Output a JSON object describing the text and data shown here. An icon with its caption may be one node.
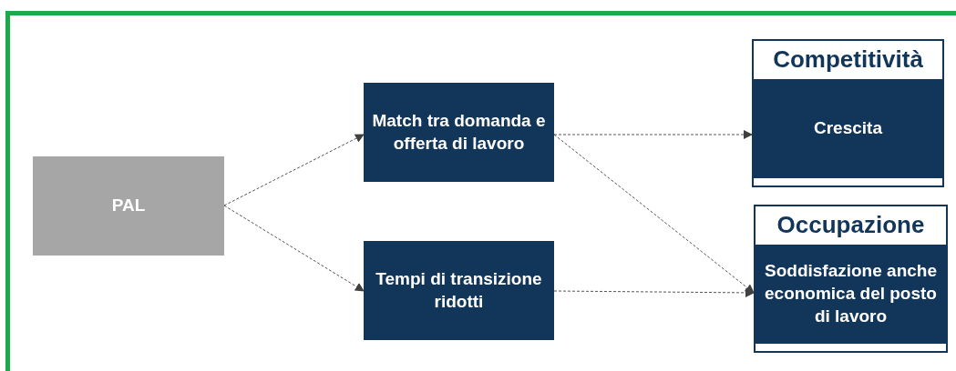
{
  "diagram": {
    "nodes": [
      {
        "text": [
          "PAL"
        ]
      },
      {
        "text": [
          "Match tra domanda e offerta di lavoro"
        ]
      },
      {
        "text": [
          "Tempi di transizione ridotti"
        ]
      },
      {
        "text": [
          "Competitività",
          "Crescita"
        ]
      },
      {
        "text": [
          "Occupazione",
          "Soddisfazione anche economica del posto di lavoro"
        ]
      }
    ],
    "edges": [
      {
        "from": 0,
        "to": 1,
        "arrow": "to",
        "style": "dashed"
      },
      {
        "from": 0,
        "to": 2,
        "arrow": "to",
        "style": "dashed"
      },
      {
        "from": 1,
        "to": 3,
        "arrow": "to",
        "style": "dashed"
      },
      {
        "from": 1,
        "to": 4,
        "arrow": "to",
        "style": "dashed"
      },
      {
        "from": 2,
        "to": 4,
        "arrow": "to",
        "style": "dashed"
      }
    ]
  }
}
